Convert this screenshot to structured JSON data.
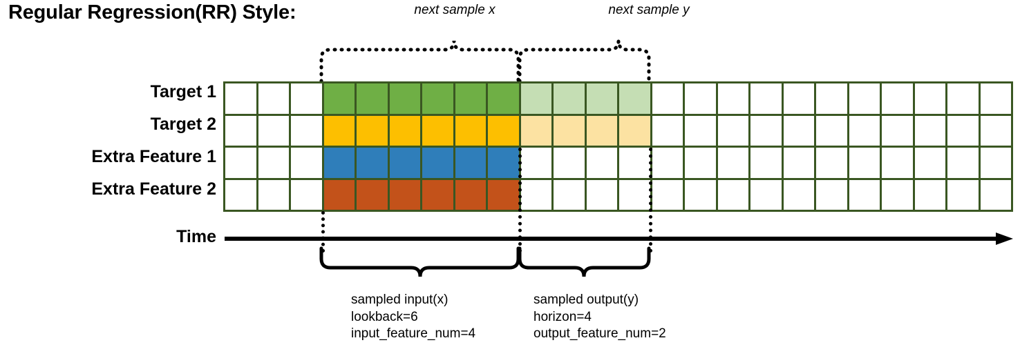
{
  "title": "Regular Regression(RR) Style:",
  "annotations": {
    "next_sample_x": "next sample x",
    "next_sample_y": "next sample y"
  },
  "rows": [
    {
      "label": "Target 1",
      "color": "#6faf45",
      "faded_color": "#c5deb4"
    },
    {
      "label": "Target 2",
      "color": "#fdbf00",
      "faded_color": "#fce2a2"
    },
    {
      "label": "Extra Feature 1",
      "color": "#2f7eba",
      "faded_color": null
    },
    {
      "label": "Extra Feature 2",
      "color": "#c3521a",
      "faded_color": null
    }
  ],
  "grid": {
    "total_columns": 24,
    "leading_empty_columns": 3,
    "input_columns": 6,
    "output_columns": 4,
    "trailing_empty_columns": 11,
    "border_color": "#3a5722",
    "empty_cell_color": "#ffffff"
  },
  "time_axis": {
    "label": "Time"
  },
  "captions": {
    "input": {
      "line1": "sampled input(x)",
      "line2": "lookback=6",
      "line3": "input_feature_num=4"
    },
    "output": {
      "line1": "sampled output(y)",
      "line2": "horizon=4",
      "line3": "output_feature_num=2"
    }
  }
}
